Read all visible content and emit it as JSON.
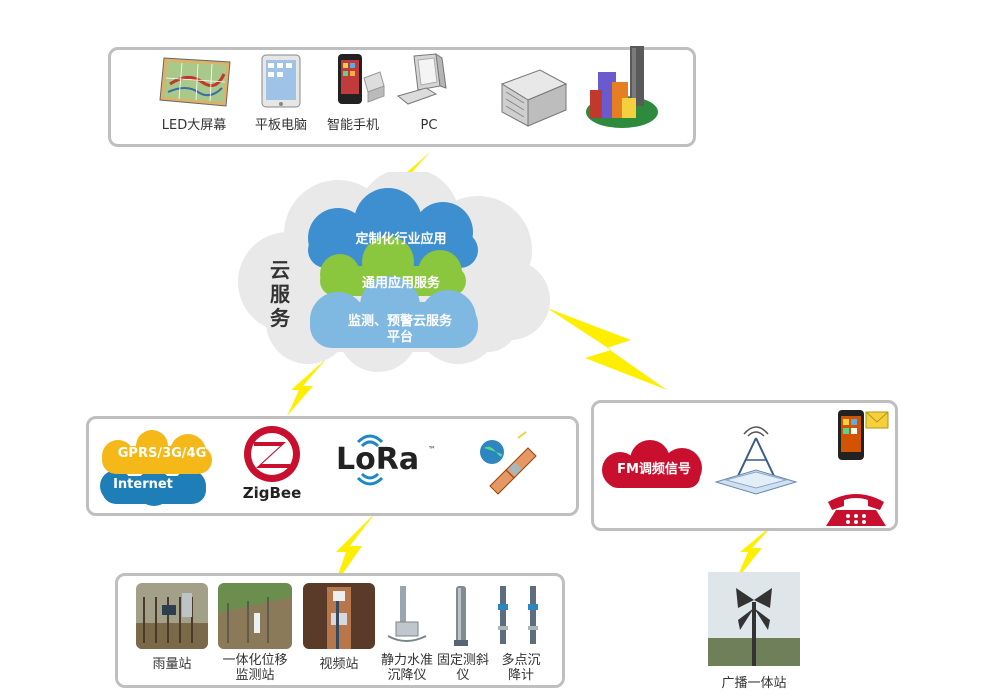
{
  "top_panel": {
    "devices": [
      {
        "label": "LED大屏幕",
        "icon": "led-screen-icon"
      },
      {
        "label": "平板电脑",
        "icon": "tablet-icon"
      },
      {
        "label": "智能手机",
        "icon": "smartphone-icon"
      },
      {
        "label": "PC",
        "icon": "pc-icon"
      },
      {
        "label": "",
        "icon": "server-icon"
      },
      {
        "label": "",
        "icon": "city-buildings-icon"
      }
    ]
  },
  "cloud": {
    "title": "云服务",
    "layers": [
      "定制化行业应用",
      "通用应用服务",
      "监测、预警云服务\n平台"
    ],
    "colors": {
      "top": "#3e8fd0",
      "middle": "#8bc63f",
      "bottom": "#7fb8e0",
      "cloud": "#e8e8e8"
    }
  },
  "network_panel": {
    "gprs_label": "GPRS/3G/4G",
    "internet_label": "Internet",
    "zigbee_label": "ZigBee",
    "lora_label": "LoRa",
    "lora_tm": "™",
    "satellite_icon": "satellite-icon"
  },
  "fm_panel": {
    "fm_label": "FM调频信号",
    "tower_icon": "radio-tower-icon",
    "phone_icon": "mobile-sms-icon",
    "telephone_icon": "telephone-icon"
  },
  "stations_panel": {
    "stations": [
      {
        "label": "雨量站"
      },
      {
        "label": "一体化位移\n监测站"
      },
      {
        "label": "视频站"
      },
      {
        "label": "静力水准\n沉降仪"
      },
      {
        "label": "固定测斜\n仪"
      },
      {
        "label": "多点沉\n降计"
      }
    ]
  },
  "broadcast": {
    "label": "广播一体站"
  },
  "colors": {
    "bolt": "#ffee00",
    "border": "#bfbfbf",
    "fm_red": "#c8102e",
    "gprs_yellow": "#f5b819",
    "internet_blue": "#1e7fb8"
  }
}
